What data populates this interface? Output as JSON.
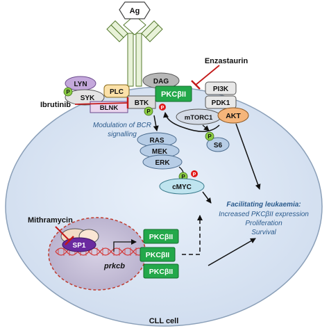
{
  "antigen": "Ag",
  "cell_label": "CLL cell",
  "drugs": {
    "enzastaurin": "Enzastaurin",
    "ibrutinib": "Ibrutinib",
    "mithramycin": "Mithramycin"
  },
  "proteins": {
    "lyn": "LYN",
    "syk": "SYK",
    "plc": "PLC",
    "dag": "DAG",
    "blnk": "BLNK",
    "btk": "BTK",
    "pkc_main": "PKCβII",
    "pi3k": "PI3K",
    "pdk1": "PDK1",
    "akt": "AKT",
    "mtorc1": "mTORC1",
    "s6": "S6",
    "ras": "RAS",
    "mek": "MEK",
    "erk": "ERK",
    "cmyc": "cMYC",
    "sp1": "SP1",
    "gene": "prkcb",
    "pkc_stack": [
      "PKCβII",
      "PKCβII",
      "PKCβII"
    ]
  },
  "phospho_label": "P",
  "annotations": {
    "modulation": [
      "Modulation of BCR",
      "signalling"
    ],
    "outcome_title": "Facilitating leukaemia:",
    "outcome_items": [
      "Increased PKCβII expression",
      "Proliferation",
      "Survival"
    ]
  },
  "colors": {
    "cell_fill": "#dde9f5",
    "cell_stroke": "#8a9fb8",
    "nucleus_fill": "#c7c1d9",
    "pkc_green": "#23a84a",
    "lyn_purple": "#c4a8dc",
    "syk_grey": "#e4e4e4",
    "plc_orange": "#fbe1a8",
    "dag_grey": "#b7b7b7",
    "akt_orange": "#f5b57a",
    "ras_blue": "#b7cde6",
    "cmyc_cyan": "#bfe4ef",
    "sp1_purple": "#6a2aa0",
    "phospho_green": "#8ccc45",
    "phospho_red": "#e11a1a",
    "inhibitor_red": "#c31919",
    "dna_red": "#d33a3a"
  }
}
